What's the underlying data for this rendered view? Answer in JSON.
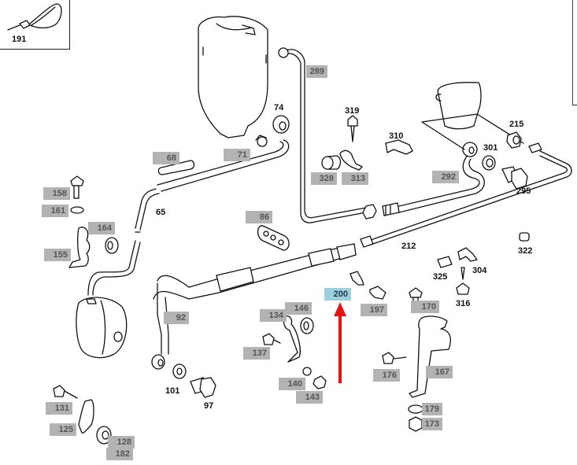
{
  "diagram": {
    "type": "exploded parts diagram",
    "highlight_color": "#9ccfe0",
    "arrow_color": "#e81010",
    "label_box_color": "#b3b3b3",
    "highlighted_part": "200",
    "labels": [
      {
        "id": "191",
        "text": "191",
        "style": "plain"
      },
      {
        "id": "289",
        "text": "289",
        "style": "box"
      },
      {
        "id": "74",
        "text": "74",
        "style": "plain"
      },
      {
        "id": "319",
        "text": "319",
        "style": "plain"
      },
      {
        "id": "310",
        "text": "310",
        "style": "plain"
      },
      {
        "id": "215",
        "text": "215",
        "style": "plain"
      },
      {
        "id": "301",
        "text": "301",
        "style": "plain"
      },
      {
        "id": "292",
        "text": "292",
        "style": "box"
      },
      {
        "id": "295",
        "text": "295",
        "style": "plain"
      },
      {
        "id": "68",
        "text": "68",
        "style": "box"
      },
      {
        "id": "71",
        "text": "71",
        "style": "box"
      },
      {
        "id": "328",
        "text": "328",
        "style": "box"
      },
      {
        "id": "313",
        "text": "313",
        "style": "box"
      },
      {
        "id": "158",
        "text": "158",
        "style": "box"
      },
      {
        "id": "161",
        "text": "161",
        "style": "box"
      },
      {
        "id": "65",
        "text": "65",
        "style": "plain"
      },
      {
        "id": "86",
        "text": "86",
        "style": "box"
      },
      {
        "id": "164",
        "text": "164",
        "style": "box"
      },
      {
        "id": "155",
        "text": "155",
        "style": "box"
      },
      {
        "id": "212",
        "text": "212",
        "style": "plain"
      },
      {
        "id": "322",
        "text": "322",
        "style": "plain"
      },
      {
        "id": "325",
        "text": "325",
        "style": "plain"
      },
      {
        "id": "304",
        "text": "304",
        "style": "plain"
      },
      {
        "id": "316",
        "text": "316",
        "style": "plain"
      },
      {
        "id": "200",
        "text": "200",
        "style": "highlight"
      },
      {
        "id": "197",
        "text": "197",
        "style": "box"
      },
      {
        "id": "170",
        "text": "170",
        "style": "box"
      },
      {
        "id": "146",
        "text": "146",
        "style": "box"
      },
      {
        "id": "134",
        "text": "134",
        "style": "box"
      },
      {
        "id": "92",
        "text": "92",
        "style": "box"
      },
      {
        "id": "137",
        "text": "137",
        "style": "box"
      },
      {
        "id": "167",
        "text": "167",
        "style": "box"
      },
      {
        "id": "176",
        "text": "176",
        "style": "box"
      },
      {
        "id": "140",
        "text": "140",
        "style": "box"
      },
      {
        "id": "143",
        "text": "143",
        "style": "box"
      },
      {
        "id": "101",
        "text": "101",
        "style": "plain"
      },
      {
        "id": "97",
        "text": "97",
        "style": "plain"
      },
      {
        "id": "131",
        "text": "131",
        "style": "box"
      },
      {
        "id": "179",
        "text": "179",
        "style": "box"
      },
      {
        "id": "173",
        "text": "173",
        "style": "box"
      },
      {
        "id": "125",
        "text": "125",
        "style": "box"
      },
      {
        "id": "128",
        "text": "128",
        "style": "box"
      },
      {
        "id": "182",
        "text": "182",
        "style": "box"
      }
    ]
  }
}
